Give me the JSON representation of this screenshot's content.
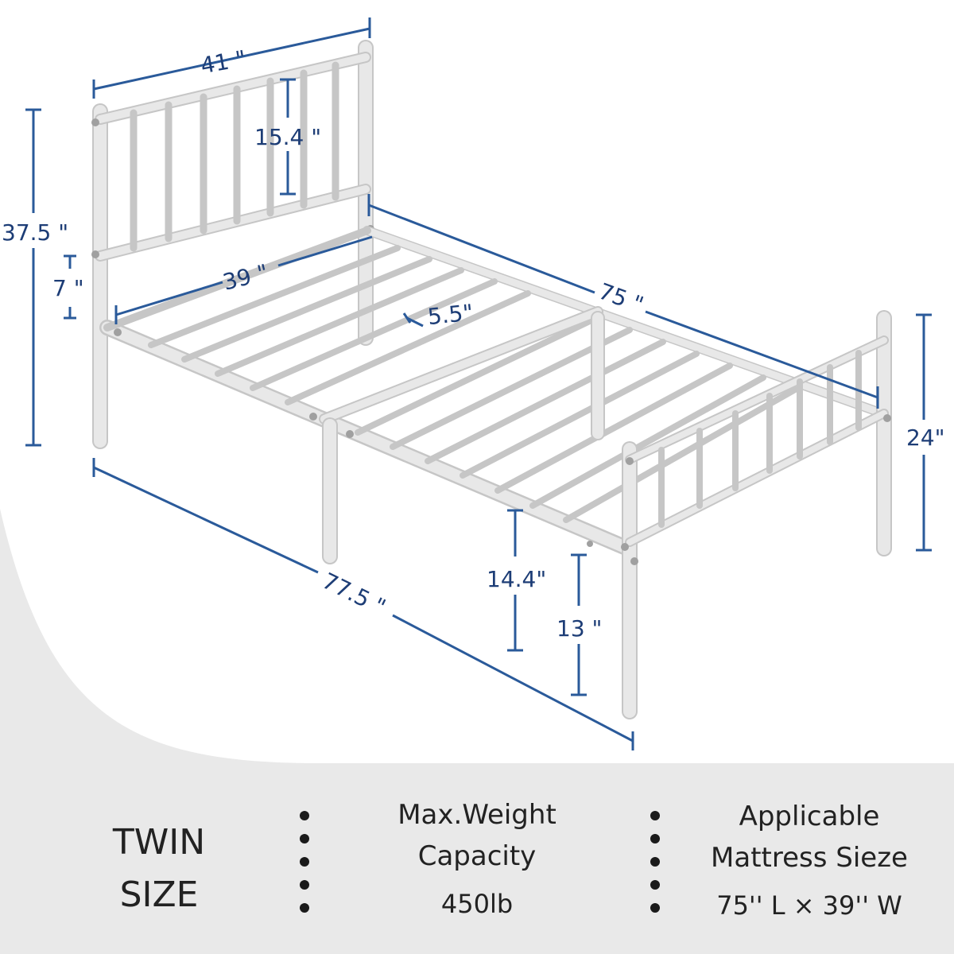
{
  "dimensions": {
    "headboard_width": "41 \"",
    "headboard_panel_height": "15.4 \"",
    "overall_headboard_height": "37.5 \"",
    "headboard_bottom_gap": "7 \"",
    "inner_width": "39 \"",
    "slat_gap": "5.5\"",
    "inner_length": "75 \"",
    "footboard_height": "24\"",
    "overall_length": "77.5 \"",
    "underbed_clearance": "14.4\"",
    "footboard_gap": "13 \""
  },
  "info_panel": {
    "size_title_line1": "TWIN",
    "size_title_line2": "SIZE",
    "weight": {
      "label_line1": "Max.Weight",
      "label_line2": "Capacity",
      "value": "450lb"
    },
    "mattress": {
      "label_line1": "Applicable",
      "label_line2": "Mattress Sieze",
      "value": "75'' L × 39'' W"
    }
  },
  "colors": {
    "dimension_blue": "#2a5a9a",
    "dimension_text": "#1d3d76",
    "panel_background": "#e7e7e7",
    "frame_white": "#f4f4f4"
  }
}
